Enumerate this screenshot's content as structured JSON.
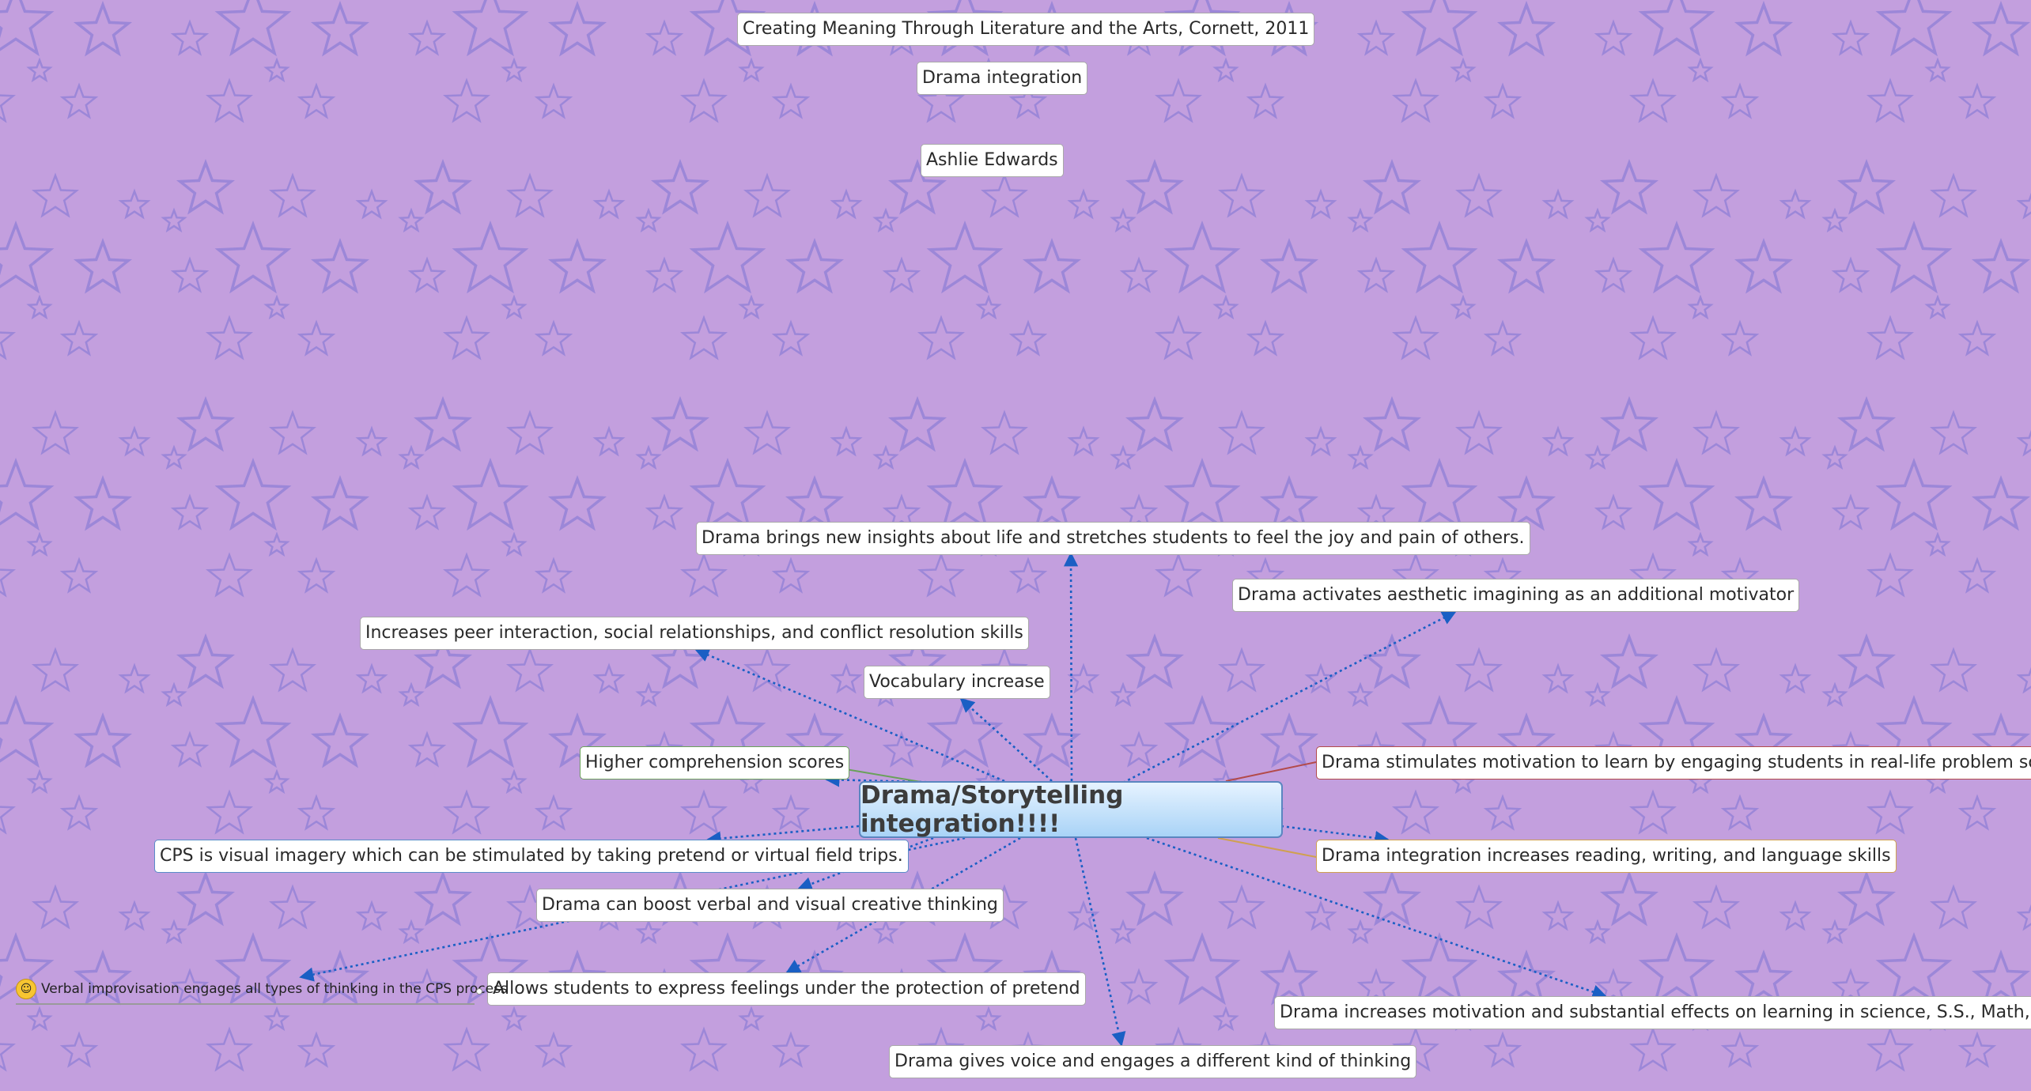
{
  "central": {
    "label": "Drama/Storytelling integration!!!!"
  },
  "top_nodes": {
    "source": "Creating Meaning Through Literature and the Arts, Cornett, 2011",
    "topic": "Drama integration",
    "author": "Ashlie Edwards"
  },
  "branches": [
    {
      "id": "insights",
      "label": "Drama brings new insights about life and stretches students to feel the joy and pain of others."
    },
    {
      "id": "aesthetic",
      "label": "Drama activates aesthetic imagining as an additional motivator"
    },
    {
      "id": "peer",
      "label": "Increases peer interaction, social relationships, and conflict resolution skills"
    },
    {
      "id": "vocab",
      "label": "Vocabulary increase"
    },
    {
      "id": "comprehension",
      "label": "Higher comprehension scores"
    },
    {
      "id": "motivation-real-life",
      "label": "Drama stimulates motivation to learn by engaging students in real-life problem solving"
    },
    {
      "id": "cps-imagery",
      "label": "CPS is visual imagery which can be stimulated by taking pretend or virtual field trips."
    },
    {
      "id": "reading-writing",
      "label": "Drama integration increases reading, writing, and language skills"
    },
    {
      "id": "creative-thinking",
      "label": "Drama can boost verbal and visual creative thinking"
    },
    {
      "id": "feelings",
      "label": "Allows students to express feelings under the protection of pretend"
    },
    {
      "id": "science-math",
      "label": "Drama increases motivation and substantial effects on learning in science, S.S., Math, and L.A."
    },
    {
      "id": "voice",
      "label": "Drama gives voice and engages a different kind of thinking"
    }
  ],
  "note": {
    "label": "Verbal improvisation engages all types of thinking in the CPS process",
    "icon": "smiley-icon"
  },
  "colors": {
    "background": "#c39fde",
    "star": "#8f7fd6",
    "link": "#1a5fc4"
  }
}
